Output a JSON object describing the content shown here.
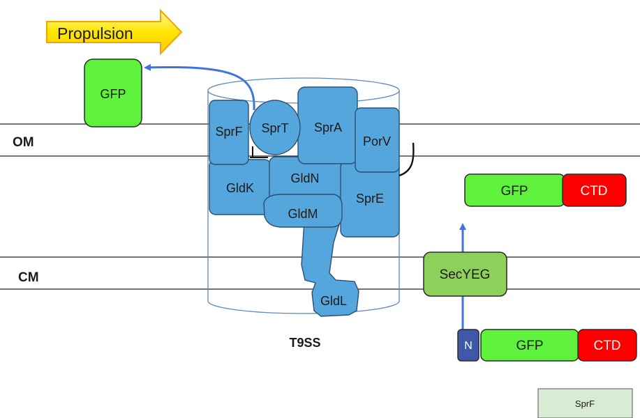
{
  "labels": {
    "propulsion": "Propulsion",
    "om": "OM",
    "cm": "CM",
    "t9ss": "T9SS",
    "secyeg": "SecYEG",
    "legend_box": "SprF"
  },
  "exported_protein": {
    "gfp": "GFP"
  },
  "mature_substrate": {
    "gfp": "GFP",
    "ctd": "CTD"
  },
  "precursor_substrate": {
    "n": "N",
    "gfp": "GFP",
    "ctd": "CTD"
  },
  "t9ss_components": {
    "sprf": "SprF",
    "sprt": "SprT",
    "spra": "SprA",
    "porv": "PorV",
    "gldk": "GldK",
    "gldn": "GldN",
    "spre": "SprE",
    "gldm": "GldM",
    "gldl": "GldL"
  },
  "colors": {
    "component_blue": "#55a6dc",
    "component_stroke": "#2d4f73",
    "gfp_green": "#5ef23c",
    "ctd_red": "#ff0000",
    "secyeg_green": "#8ed15a",
    "n_blue": "#3f58a8",
    "arrow_blue": "#3f73e0",
    "propulsion_yellow": "#ffe600",
    "legend_fill": "#d7ecd3"
  }
}
